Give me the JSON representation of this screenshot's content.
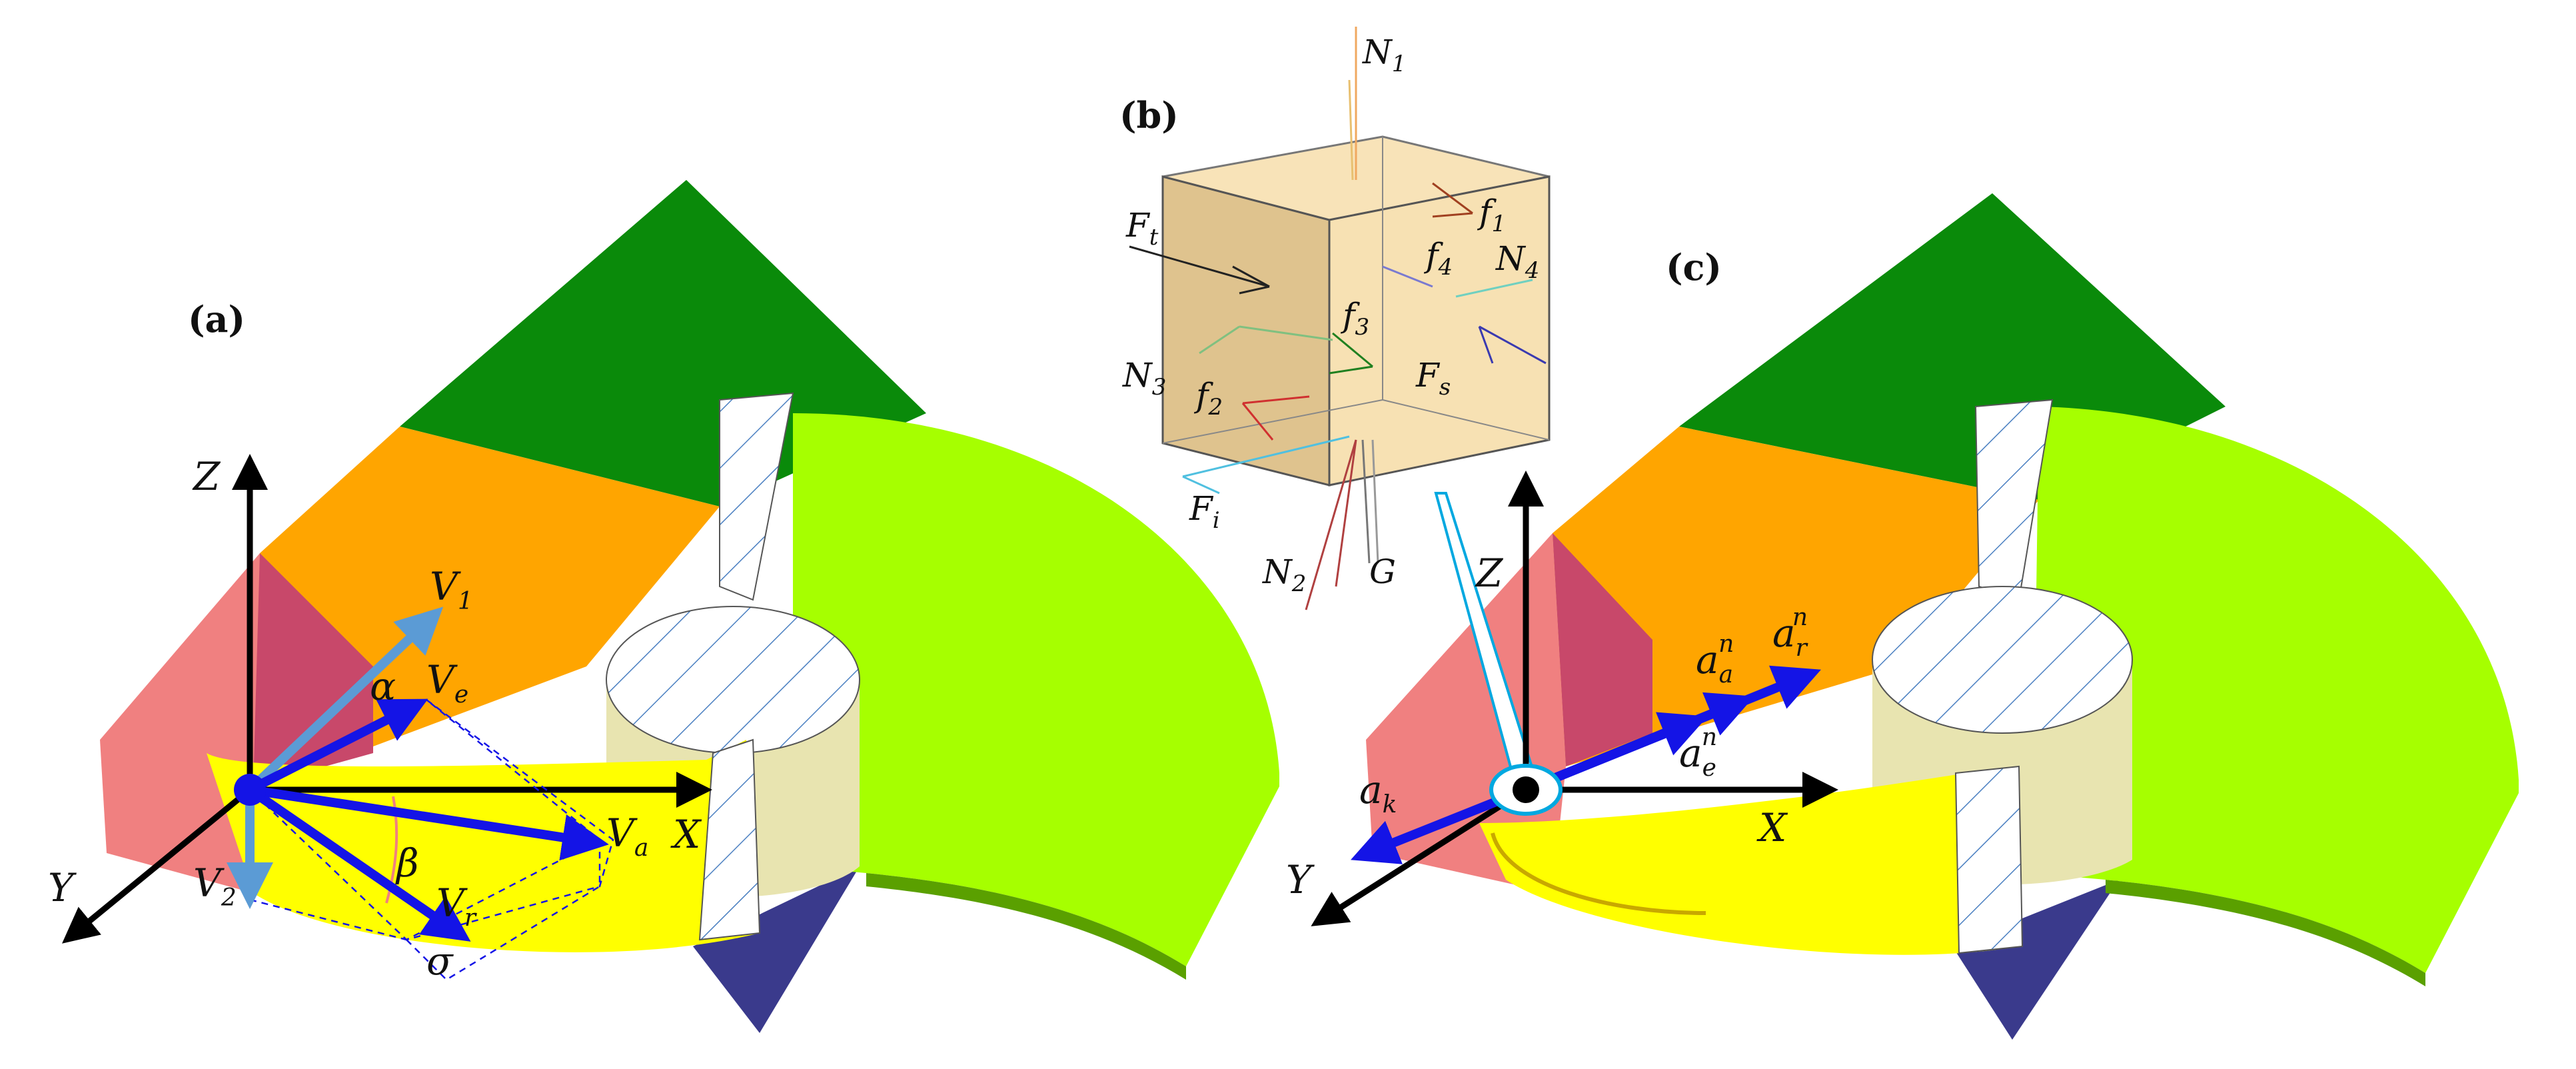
{
  "panels": {
    "a": {
      "label": "(a)",
      "axes": {
        "z": "Z",
        "x": "X",
        "y": "Y"
      },
      "vectors": {
        "v1": {
          "main": "V",
          "sub": "1"
        },
        "ve": {
          "main": "V",
          "sub": "e"
        },
        "va": {
          "main": "V",
          "sub": "a"
        },
        "vr": {
          "main": "V",
          "sub": "r"
        },
        "v2": {
          "main": "V",
          "sub": "2"
        }
      },
      "angles": {
        "alpha": "α",
        "beta": "β",
        "sigma": "σ"
      }
    },
    "b": {
      "label": "(b)",
      "forces": {
        "n1": {
          "main": "N",
          "sub": "1"
        },
        "f1": {
          "main": "f",
          "sub": "1"
        },
        "ft": {
          "main": "F",
          "sub": "t"
        },
        "f4": {
          "main": "f",
          "sub": "4"
        },
        "n4": {
          "main": "N",
          "sub": "4"
        },
        "f3": {
          "main": "f",
          "sub": "3"
        },
        "n3": {
          "main": "N",
          "sub": "3"
        },
        "fs": {
          "main": "F",
          "sub": "s"
        },
        "f2": {
          "main": "f",
          "sub": "2"
        },
        "fi": {
          "main": "F",
          "sub": "i"
        },
        "n2": {
          "main": "N",
          "sub": "2"
        },
        "g": {
          "main": "G",
          "sub": ""
        }
      }
    },
    "c": {
      "label": "(c)",
      "axes": {
        "z": "Z",
        "x": "X",
        "y": "Y"
      },
      "vectors": {
        "aan": {
          "main": "a",
          "sub": "a",
          "sup": "n"
        },
        "arn": {
          "main": "a",
          "sub": "r",
          "sup": "n"
        },
        "aen": {
          "main": "a",
          "sub": "e",
          "sup": "n"
        },
        "ak": {
          "main": "a",
          "sub": "k"
        }
      }
    }
  },
  "colors": {
    "dark_green": "#0a8a0a",
    "orange": "#ffa500",
    "pink": "#f08080",
    "magenta": "#c8486a",
    "yellow": "#ffff00",
    "lime": "#a6ff00",
    "cream": "#e8e4b0",
    "navy": "#3a3a8c",
    "vector_blue": "#1414e6",
    "light_blue": "#5b9bd5",
    "box_tan": "#f5d9a0"
  }
}
